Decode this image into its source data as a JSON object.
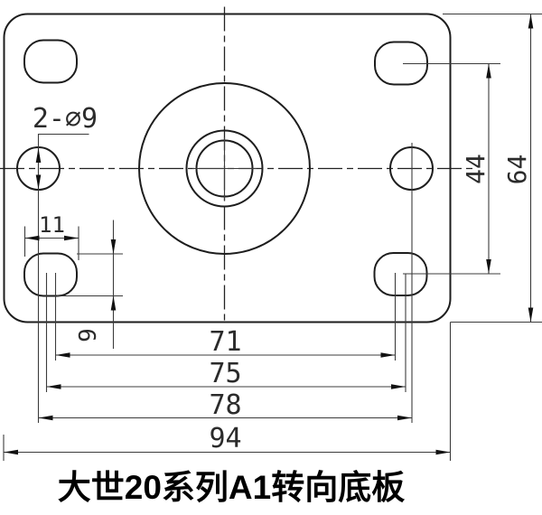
{
  "title": "大世20系列A1转向底板",
  "callout": {
    "holes": "2-∅9"
  },
  "dims": {
    "slot_length": "11",
    "slot_width": "9",
    "span_71": "71",
    "span_75": "75",
    "span_78": "78",
    "plate_width": "94",
    "span_44": "44",
    "plate_height": "64"
  },
  "colors": {
    "background": "#ffffff",
    "object_line": "#1d1d1d",
    "dimension_line": "#3c3c3c",
    "text": "#2b2b2b"
  }
}
